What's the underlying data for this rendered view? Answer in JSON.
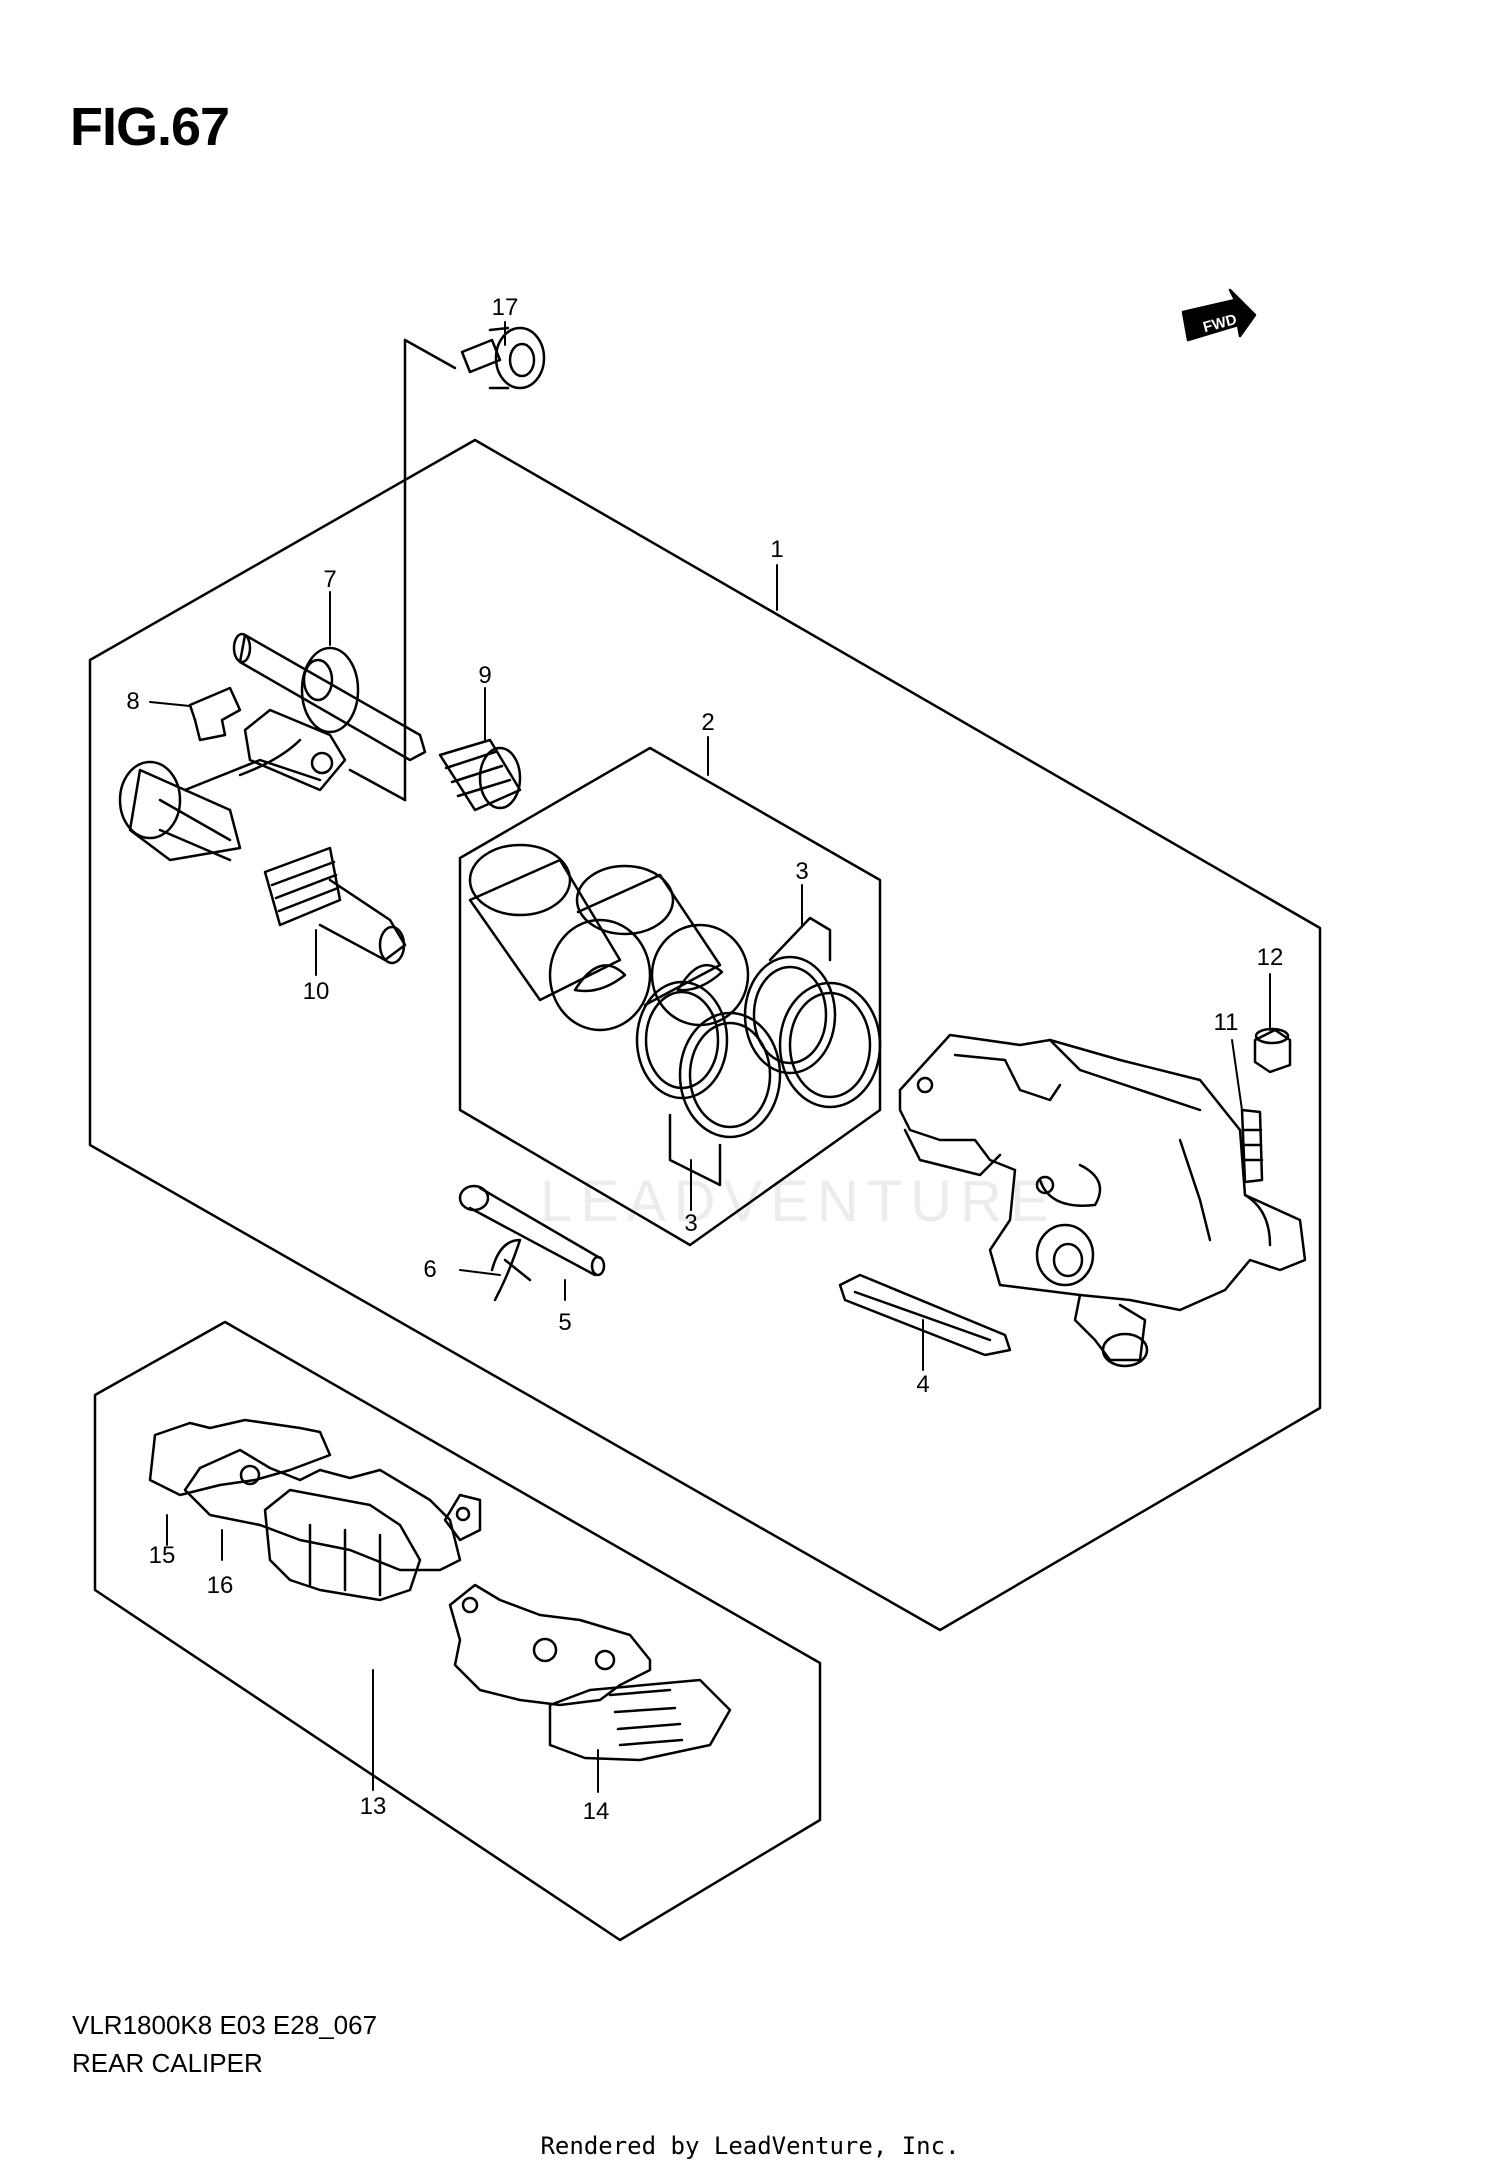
{
  "figure": {
    "title": "FIG.67",
    "model_code": "VLR1800K8 E03 E28_067",
    "caption": "REAR CALIPER"
  },
  "fwd_label": "FWD",
  "watermark": "LEADVENTURE",
  "footer": "Rendered by LeadVenture, Inc.",
  "callouts": {
    "n1": "1",
    "n2": "2",
    "n3a": "3",
    "n3b": "3",
    "n4": "4",
    "n5": "5",
    "n6": "6",
    "n7": "7",
    "n8": "8",
    "n9": "9",
    "n10": "10",
    "n11": "11",
    "n12": "12",
    "n13": "13",
    "n14": "14",
    "n15": "15",
    "n16": "16",
    "n17": "17"
  }
}
